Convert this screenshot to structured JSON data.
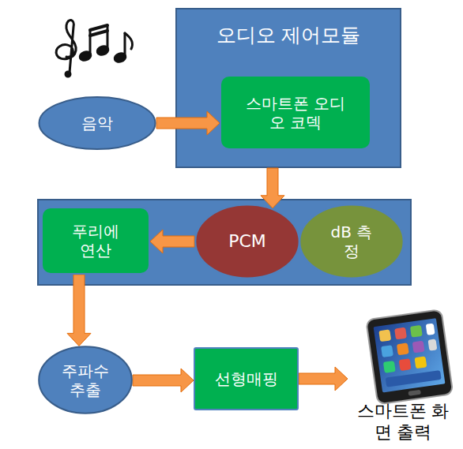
{
  "diagram": {
    "nodes": [
      {
        "text": [
          "음악"
        ]
      },
      {
        "text": [
          "오디오 제어모듈"
        ]
      },
      {
        "text": [
          "스마트폰 오디오 코덱"
        ],
        "in": 1
      },
      {
        "text": [
          "푸리에 연산"
        ]
      },
      {
        "text": [
          "PCM"
        ]
      },
      {
        "text": [
          "dB 측정"
        ]
      },
      {
        "text": [
          "주파수 추출"
        ]
      },
      {
        "text": [
          "선형매핑"
        ]
      },
      {
        "text": [
          "스마트폰 화면 출력"
        ]
      }
    ],
    "edges": [
      {
        "from": 0,
        "to": 2,
        "arrow": "to"
      },
      {
        "from": 1,
        "to": 4,
        "arrow": "to"
      },
      {
        "from": 4,
        "to": 3,
        "arrow": "to"
      },
      {
        "from": 3,
        "to": 6,
        "arrow": "to"
      },
      {
        "from": 6,
        "to": 7,
        "arrow": "to"
      },
      {
        "from": 7,
        "to": 8,
        "arrow": "to"
      }
    ]
  }
}
